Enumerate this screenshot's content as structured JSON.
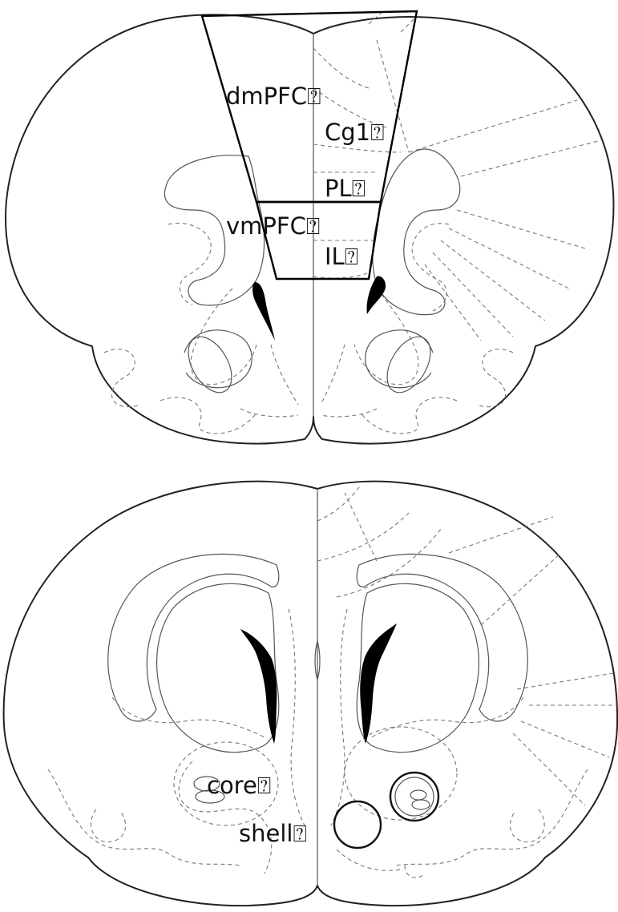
{
  "top_section": {
    "labels": {
      "dmpfc": "dmPFC⍰",
      "cg1": "Cg1⍰",
      "pl": "PL⍰",
      "vmpfc": "vmPFC⍰",
      "il": "IL⍰"
    }
  },
  "bottom_section": {
    "labels": {
      "core": "core⍰",
      "shell": "shell⍰"
    }
  }
}
